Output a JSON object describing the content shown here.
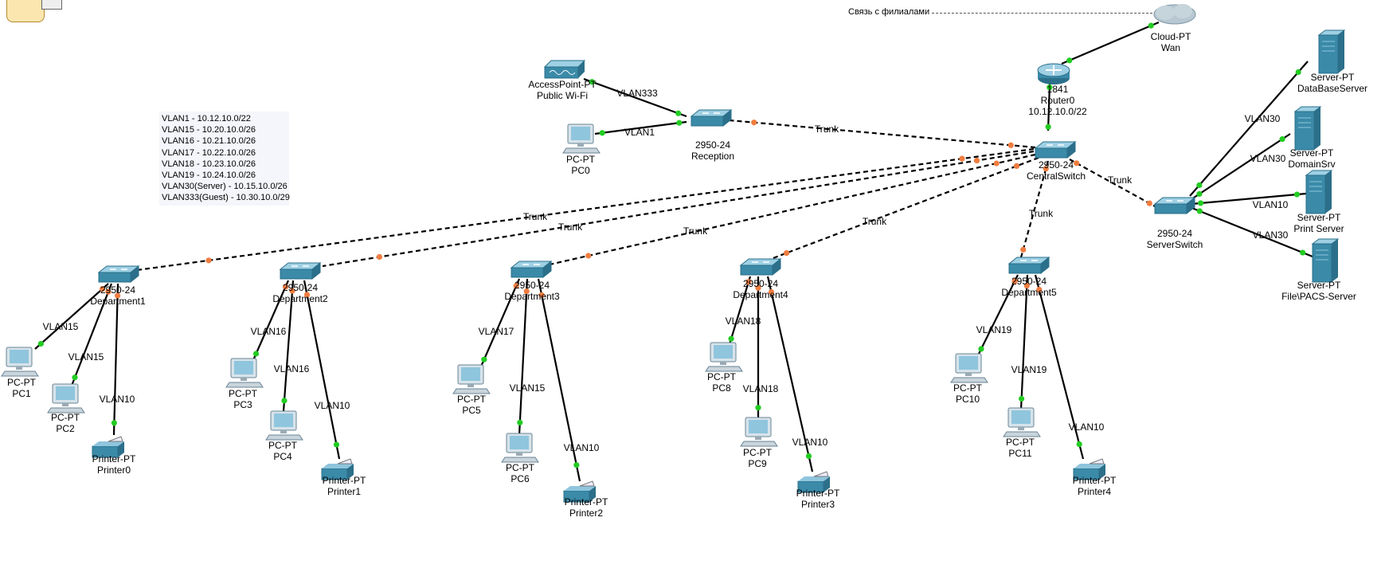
{
  "toolbar": {
    "tool_icon": "pan-tool-icon"
  },
  "note": {
    "label": "Связь с филиалами"
  },
  "legend": {
    "lines": [
      "VLAN1 - 10.12.10.0/22",
      "VLAN15 - 10.20.10.0/26",
      "VLAN16 - 10.21.10.0/26",
      "VLAN17 - 10.22.10.0/26",
      "VLAN18 - 10.23.10.0/26",
      "VLAN19 - 10.24.10.0/26",
      "VLAN30(Server) - 10.15.10.0/26",
      "VLAN333(Guest) - 10.30.10.0/29"
    ]
  },
  "devices": {
    "cloud": {
      "type": "Cloud-PT",
      "name": "Wan"
    },
    "router": {
      "type": "1841",
      "name": "Router0",
      "net": "10.12.10.0/22"
    },
    "central": {
      "type": "2950-24",
      "name": "CentralSwitch"
    },
    "reception": {
      "type": "2950-24",
      "name": "Reception"
    },
    "ap": {
      "type": "AccessPoint-PT",
      "name": "Public Wi-Fi"
    },
    "pc0": {
      "type": "PC-PT",
      "name": "PC0"
    },
    "serversw": {
      "type": "2950-24",
      "name": "ServerSwitch"
    },
    "srv_db": {
      "type": "Server-PT",
      "name": "DataBaseServer"
    },
    "srv_dom": {
      "type": "Server-PT",
      "name": "DomainSrv"
    },
    "srv_print": {
      "type": "Server-PT",
      "name": "Print Server"
    },
    "srv_file": {
      "type": "Server-PT",
      "name": "File\\PACS-Server"
    },
    "dep1": {
      "type": "2950-24",
      "name": "Department1"
    },
    "dep2": {
      "type": "2950-24",
      "name": "Department2"
    },
    "dep3": {
      "type": "2950-24",
      "name": "Department3"
    },
    "dep4": {
      "type": "2950-24",
      "name": "Department4"
    },
    "dep5": {
      "type": "2950-24",
      "name": "Department5"
    },
    "pc1": {
      "type": "PC-PT",
      "name": "PC1"
    },
    "pc2": {
      "type": "PC-PT",
      "name": "PC2"
    },
    "pc3": {
      "type": "PC-PT",
      "name": "PC3"
    },
    "pc4": {
      "type": "PC-PT",
      "name": "PC4"
    },
    "pc5": {
      "type": "PC-PT",
      "name": "PC5"
    },
    "pc6": {
      "type": "PC-PT",
      "name": "PC6"
    },
    "pc8": {
      "type": "PC-PT",
      "name": "PC8"
    },
    "pc9": {
      "type": "PC-PT",
      "name": "PC9"
    },
    "pc10": {
      "type": "PC-PT",
      "name": "PC10"
    },
    "pc11": {
      "type": "PC-PT",
      "name": "PC11"
    },
    "pr0": {
      "type": "Printer-PT",
      "name": "Printer0"
    },
    "pr1": {
      "type": "Printer-PT",
      "name": "Printer1"
    },
    "pr2": {
      "type": "Printer-PT",
      "name": "Printer2"
    },
    "pr3": {
      "type": "Printer-PT",
      "name": "Printer3"
    },
    "pr4": {
      "type": "Printer-PT",
      "name": "Printer4"
    }
  },
  "links": {
    "trunk": "Trunk",
    "vlan1": "VLAN1",
    "vlan10": "VLAN10",
    "vlan15": "VLAN15",
    "vlan16": "VLAN16",
    "vlan17": "VLAN17",
    "vlan18": "VLAN18",
    "vlan19": "VLAN19",
    "vlan30": "VLAN30",
    "vlan333": "VLAN333"
  },
  "colors": {
    "link_up": "#22cc22",
    "link_port": "#f07d40",
    "device": "#3a8aa8"
  }
}
